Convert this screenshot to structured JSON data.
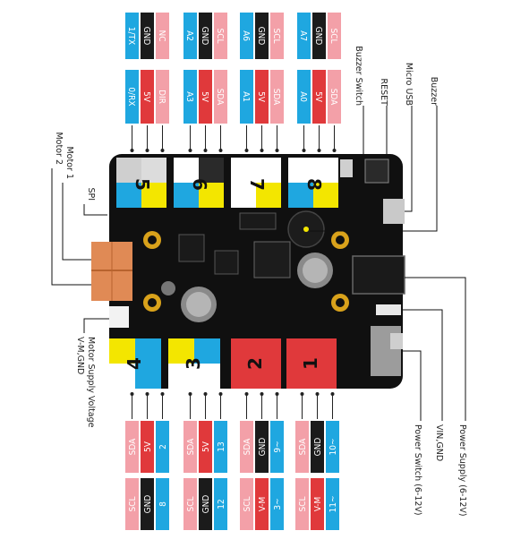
{
  "colors": {
    "blue": "#1fa7e0",
    "black": "#1b1b1b",
    "pink": "#f3a0a8",
    "red": "#e0393b",
    "board": "#111111",
    "yellow": "#f3e600",
    "port_red": "#e0393b",
    "gold": "#d9a21b"
  },
  "top_connectors": [
    {
      "port": "5",
      "rows": [
        [
          "1/TX",
          "GND",
          "NC"
        ],
        [
          "0/RX",
          "5V",
          "DIR"
        ]
      ]
    },
    {
      "port": "6",
      "rows": [
        [
          "A2",
          "GND",
          "SCL"
        ],
        [
          "A3",
          "5V",
          "SDA"
        ]
      ]
    },
    {
      "port": "7",
      "rows": [
        [
          "A6",
          "GND",
          "SCL"
        ],
        [
          "A1",
          "5V",
          "SDA"
        ]
      ]
    },
    {
      "port": "8",
      "rows": [
        [
          "A7",
          "GND",
          "SCL"
        ],
        [
          "A0",
          "5V",
          "SDA"
        ]
      ]
    }
  ],
  "bottom_connectors": [
    {
      "port": "4",
      "rows": [
        [
          "SDA",
          "5V",
          "2"
        ],
        [
          "SCL",
          "GND",
          "8"
        ]
      ]
    },
    {
      "port": "3",
      "rows": [
        [
          "SDA",
          "5V",
          "13"
        ],
        [
          "SCL",
          "GND",
          "12"
        ]
      ]
    },
    {
      "port": "2",
      "rows": [
        [
          "SDA",
          "GND",
          "9~"
        ],
        [
          "SCL",
          "V-M",
          "3~"
        ]
      ]
    },
    {
      "port": "1",
      "rows": [
        [
          "SDA",
          "GND",
          "10~"
        ],
        [
          "SCL",
          "V-M",
          "11~"
        ]
      ]
    }
  ],
  "labels": {
    "buzzer_switch": "Buzzer Switch",
    "reset": "RESET",
    "micro_usb": "Micro USB",
    "buzzer": "Buzzer",
    "spi": "SPI",
    "motor1": "Motor 1",
    "motor2": "Motor 2",
    "motor_supply": "Motor Supply Voltage",
    "vm_gnd": "V-M,GND",
    "power_supply": "Power Supply (6-12V)",
    "vin_gnd": "VIN,GND",
    "power_switch": "Power Switch (6-12V)"
  }
}
